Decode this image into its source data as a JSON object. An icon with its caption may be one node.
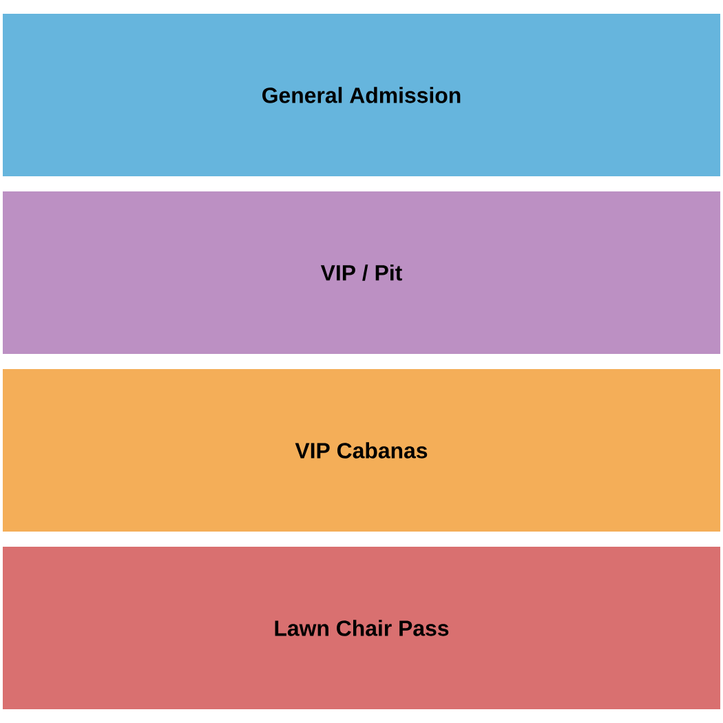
{
  "diagram": {
    "nodes": [
      {
        "text": [
          "General Admission"
        ]
      },
      {
        "text": [
          "VIP / Pit"
        ]
      },
      {
        "text": [
          "VIP Cabanas"
        ]
      },
      {
        "text": [
          "Lawn Chair Pass"
        ]
      }
    ]
  }
}
